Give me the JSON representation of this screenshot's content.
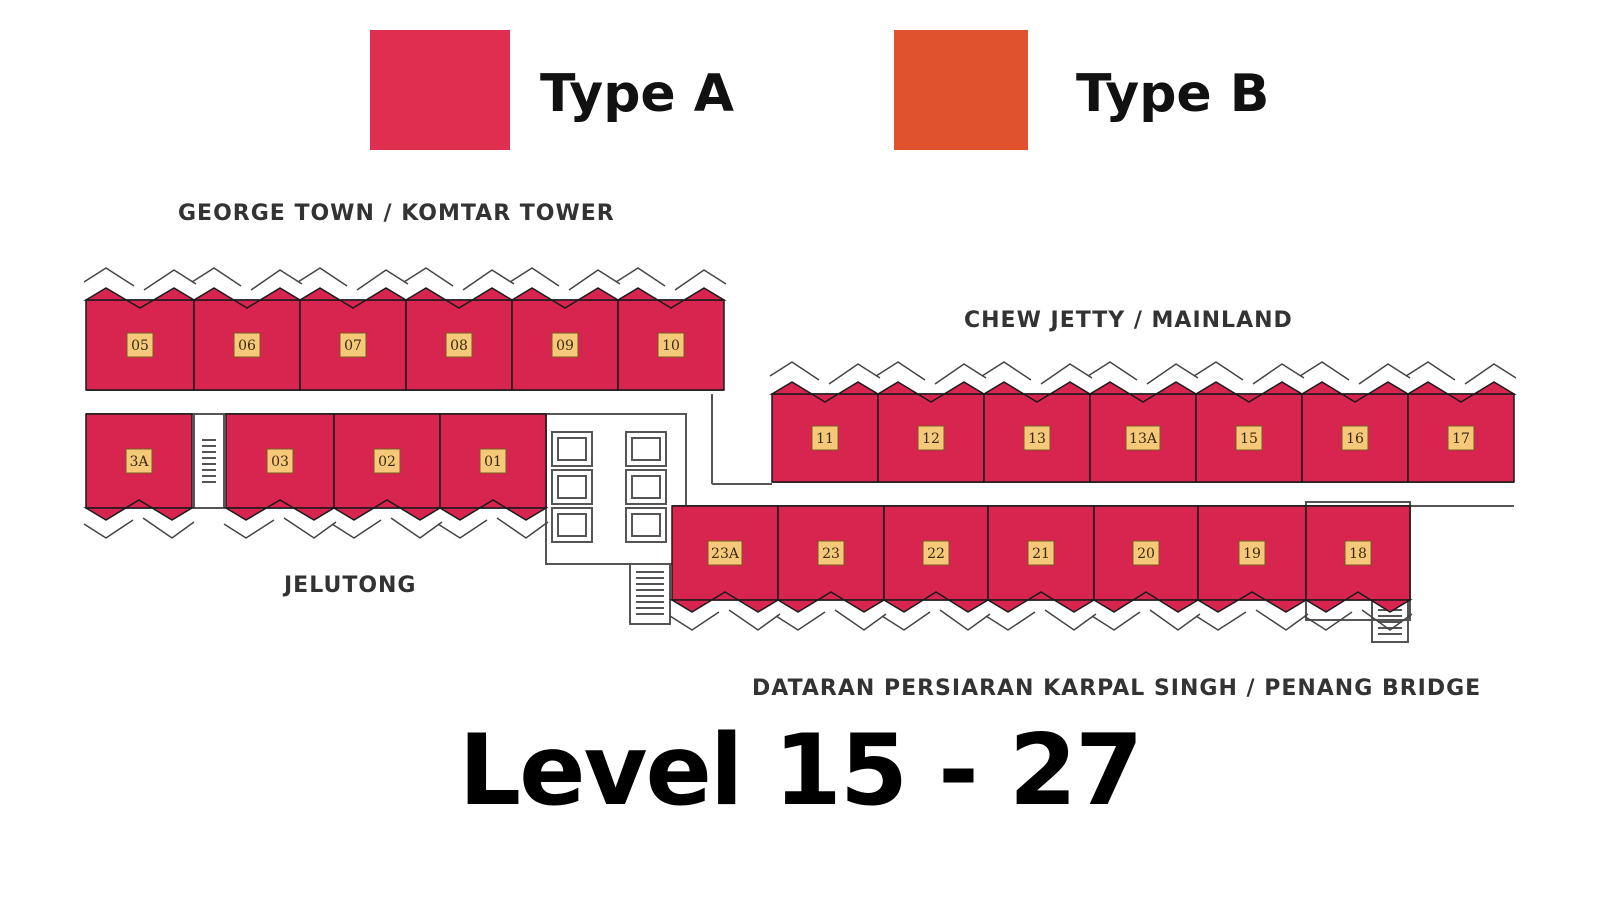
{
  "legend": [
    {
      "label": "Type A",
      "color": "#e02e4e"
    },
    {
      "label": "Type B",
      "color": "#e0522e"
    }
  ],
  "directions": {
    "north": "GEORGE TOWN / KOMTAR TOWER",
    "east": "CHEW JETTY / MAINLAND",
    "west": "JELUTONG",
    "south": "DATARAN PERSIARAN KARPAL SINGH / PENANG BRIDGE"
  },
  "title": "Level 15 - 27",
  "units": {
    "row1": [
      "05",
      "06",
      "07",
      "08",
      "09",
      "10"
    ],
    "row2": [
      "3A",
      "03",
      "02",
      "01"
    ],
    "row3": [
      "11",
      "12",
      "13",
      "13A",
      "15",
      "16",
      "17"
    ],
    "row4": [
      "23A",
      "23",
      "22",
      "21",
      "20",
      "19",
      "18"
    ]
  },
  "colors": {
    "unit_fill": "#d8254f",
    "tag_fill": "#f6c87a",
    "outline": "#1a1a1a"
  }
}
